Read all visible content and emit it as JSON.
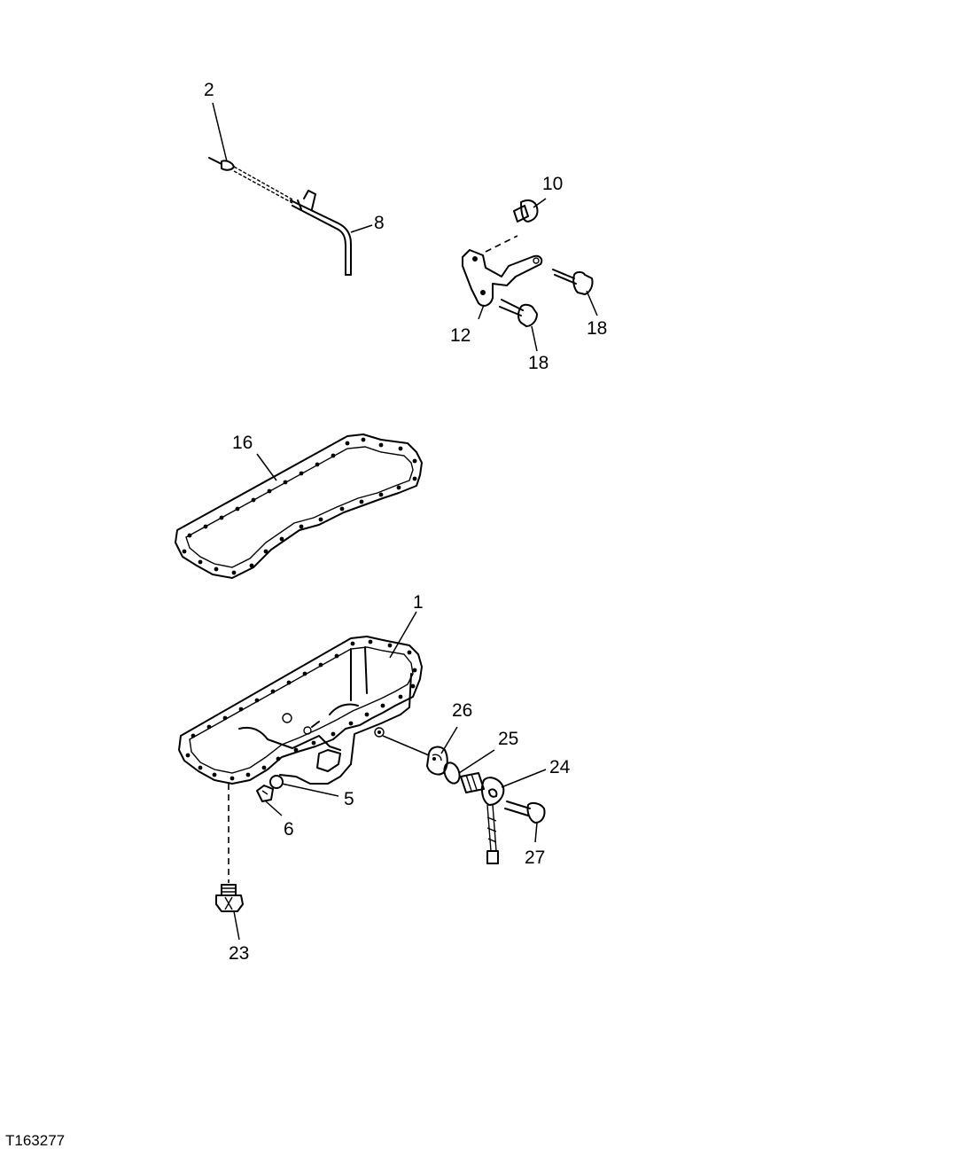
{
  "diagram": {
    "reference_code": "T163277",
    "callouts": {
      "c2": "2",
      "c8": "8",
      "c10": "10",
      "c12": "12",
      "c18a": "18",
      "c18b": "18",
      "c16": "16",
      "c1": "1",
      "c26": "26",
      "c25": "25",
      "c24": "24",
      "c5": "5",
      "c6": "6",
      "c27": "27",
      "c23": "23"
    }
  }
}
